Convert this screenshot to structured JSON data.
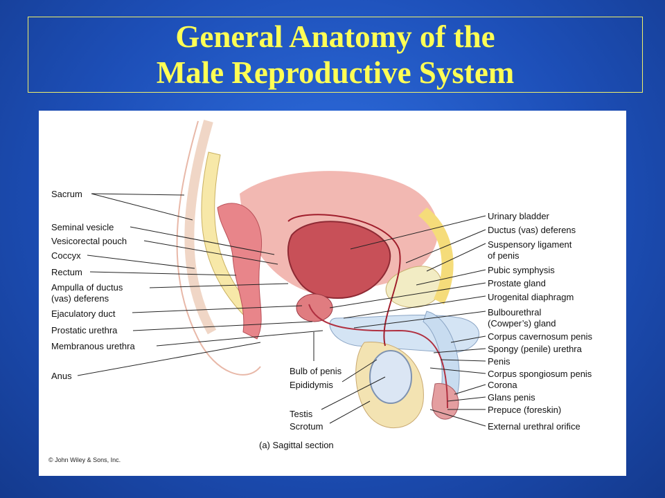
{
  "slide": {
    "title_line1": "General Anatomy of the",
    "title_line2": "Male Reproductive System"
  },
  "diagram": {
    "caption": "(a) Sagittal section",
    "copyright": "© John Wiley & Sons, Inc.",
    "left_labels": [
      "Sacrum",
      "Seminal vesicle",
      "Vesicorectal pouch",
      "Coccyx",
      "Rectum",
      "Ampulla of ductus",
      "(vas) deferens",
      "Ejaculatory duct",
      "Prostatic urethra",
      "Membranous urethra",
      "Anus"
    ],
    "right_labels": [
      "Urinary bladder",
      "Ductus (vas) deferens",
      "Suspensory ligament",
      "of penis",
      "Pubic symphysis",
      "Prostate gland",
      "Urogenital diaphragm",
      "Bulbourethral",
      "(Cowper’s) gland",
      "Corpus cavernosum penis",
      "Spongy (penile) urethra",
      "Penis",
      "Corpus spongiosum penis",
      "Corona",
      "Glans penis",
      "Prepuce (foreskin)",
      "External urethral orifice"
    ],
    "bottom_labels": [
      "Bulb of penis",
      "Epididymis",
      "Testis",
      "Scrotum"
    ]
  }
}
